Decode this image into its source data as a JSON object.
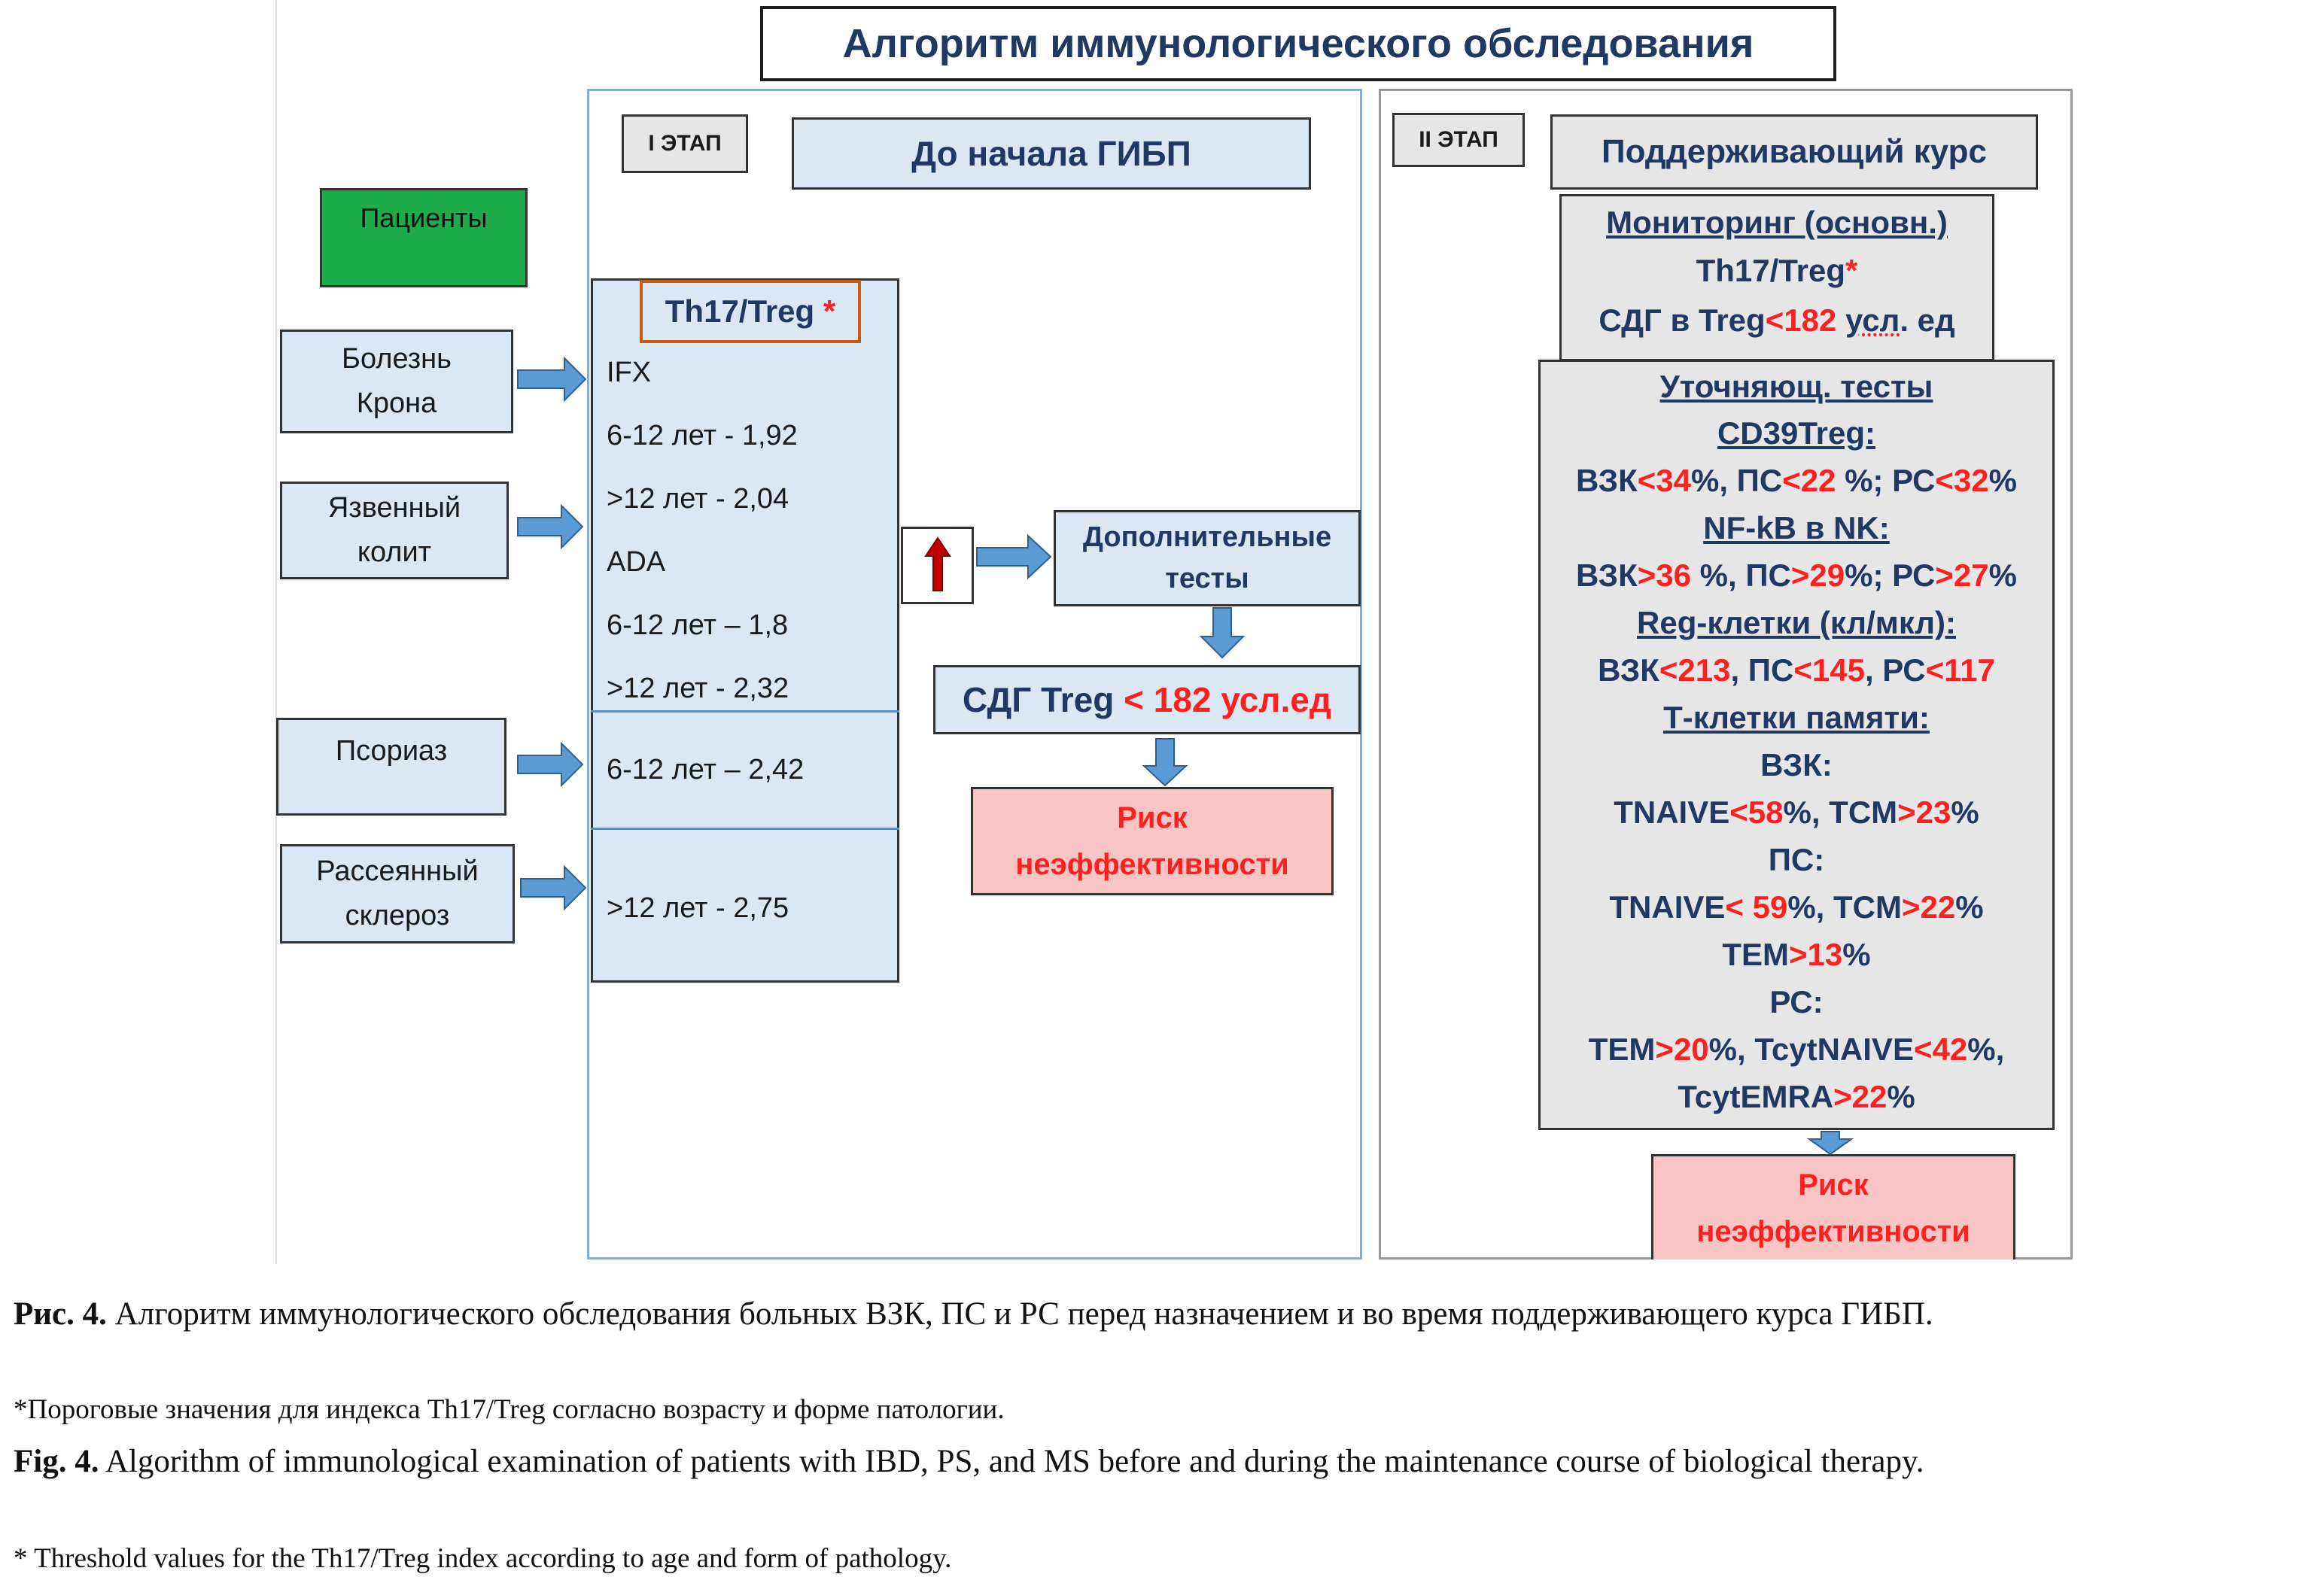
{
  "title": "Алгоритм иммунологического обследования",
  "stage1": {
    "label": "I ЭТАП",
    "header": "До начала ГИБП",
    "patients": "Пациенты",
    "diseases": [
      {
        "line1": "Болезнь",
        "line2": "Крона"
      },
      {
        "line1": "Язвенный",
        "line2": "колит"
      },
      {
        "line1": "Псориаз",
        "line2": ""
      },
      {
        "line1": "Рассеянный",
        "line2": "склероз"
      }
    ],
    "index_label": "Th17/Treg",
    "index_star": "*",
    "thresholds": [
      "IFX",
      "6-12 лет -  1,92",
      ">12 лет -  2,04",
      "ADA",
      "6-12 лет – 1,8",
      ">12 лет -  2,32",
      "6-12 лет – 2,42",
      ">12 лет -  2,75"
    ],
    "up_arrow": "up-arrow",
    "additional_tests_line1": "Дополнительные",
    "additional_tests_line2": "тесты",
    "sdg_label": "СДГ Treg",
    "sdg_value": "< 182 усл.ед",
    "risk_line1": "Риск",
    "risk_line2": "неэффективности"
  },
  "stage2": {
    "label": "II ЭТАП",
    "header": "Поддерживающий курс",
    "monitoring_title": "Мониторинг (основн.)",
    "monitoring_th17": "Th17/Treg",
    "monitoring_star": "*",
    "monitoring_sdg_label": "СДГ в Treg",
    "monitoring_sdg_value": "<182",
    "monitoring_sdg_unit_a": "усл",
    "monitoring_sdg_unit_b": ". ед",
    "tests_title": "Уточняющ. тесты",
    "cd39_title": "CD39Treg:",
    "cd39": {
      "a": "ВЗК",
      "av": "<34",
      "b": "%, ПС",
      "bv": "<22",
      "c": " %; РС",
      "cv": "<32",
      "d": "%"
    },
    "nfkb_title": "NF-kB в NK:",
    "nfkb": {
      "a": "ВЗК",
      "av": ">36",
      "b": " %, ПС",
      "bv": ">29",
      "c": "%; РС",
      "cv": ">27",
      "d": "%"
    },
    "reg_title": "Reg-клетки (кл/мкл):",
    "reg": {
      "a": "ВЗК",
      "av": "<213",
      "b": ", ПС",
      "bv": "<145",
      "c": ", РС",
      "cv": "<117"
    },
    "memory_title": "Т-клетки памяти:",
    "vzk_label": "ВЗК:",
    "vzk": {
      "a": "TNAIVE",
      "av": "<58",
      "b": "%, TCM",
      "bv": ">23",
      "c": "%"
    },
    "ps_label": "ПС:",
    "ps1": {
      "a": "TNAIVE",
      "av": "< 59",
      "b": "%, TCM",
      "bv": ">22",
      "c": "%"
    },
    "ps2": {
      "a": "TEM",
      "av": ">13",
      "b": "%"
    },
    "rs_label": "РС:",
    "rs1": {
      "a": "TEM",
      "av": ">20",
      "b": "%, TcytNAIVE",
      "bv": "<42",
      "c": "%,"
    },
    "rs2": {
      "a": "TcytEMRA",
      "av": ">22",
      "b": "%"
    },
    "risk_line1": "Риск",
    "risk_line2": "неэффективности"
  },
  "caption": {
    "ru_label": "Рис. 4.",
    "ru_text": " Алгоритм иммунологического обследования больных ВЗК, ПС и РС перед назначением и во время поддерживающего курса ГИБП.",
    "ru_note": "*Пороговые значения для индекса Th17/Treg согласно возрасту и форме патологии.",
    "en_label": "Fig. 4.",
    "en_text": " Algorithm of immunological examination of patients with IBD, PS, and MS before and during the maintenance course of biological therapy.",
    "en_note": "* Threshold values for the Th17/Treg index according to age and form of pathology."
  },
  "colors": {
    "arrow": "#5b9bd5",
    "red": "#ff1f1f",
    "navy": "#1f3864",
    "box_fill": "#dbe7f3",
    "risk_fill": "#f8c4c4",
    "patients_fill": "#1eab4c"
  }
}
